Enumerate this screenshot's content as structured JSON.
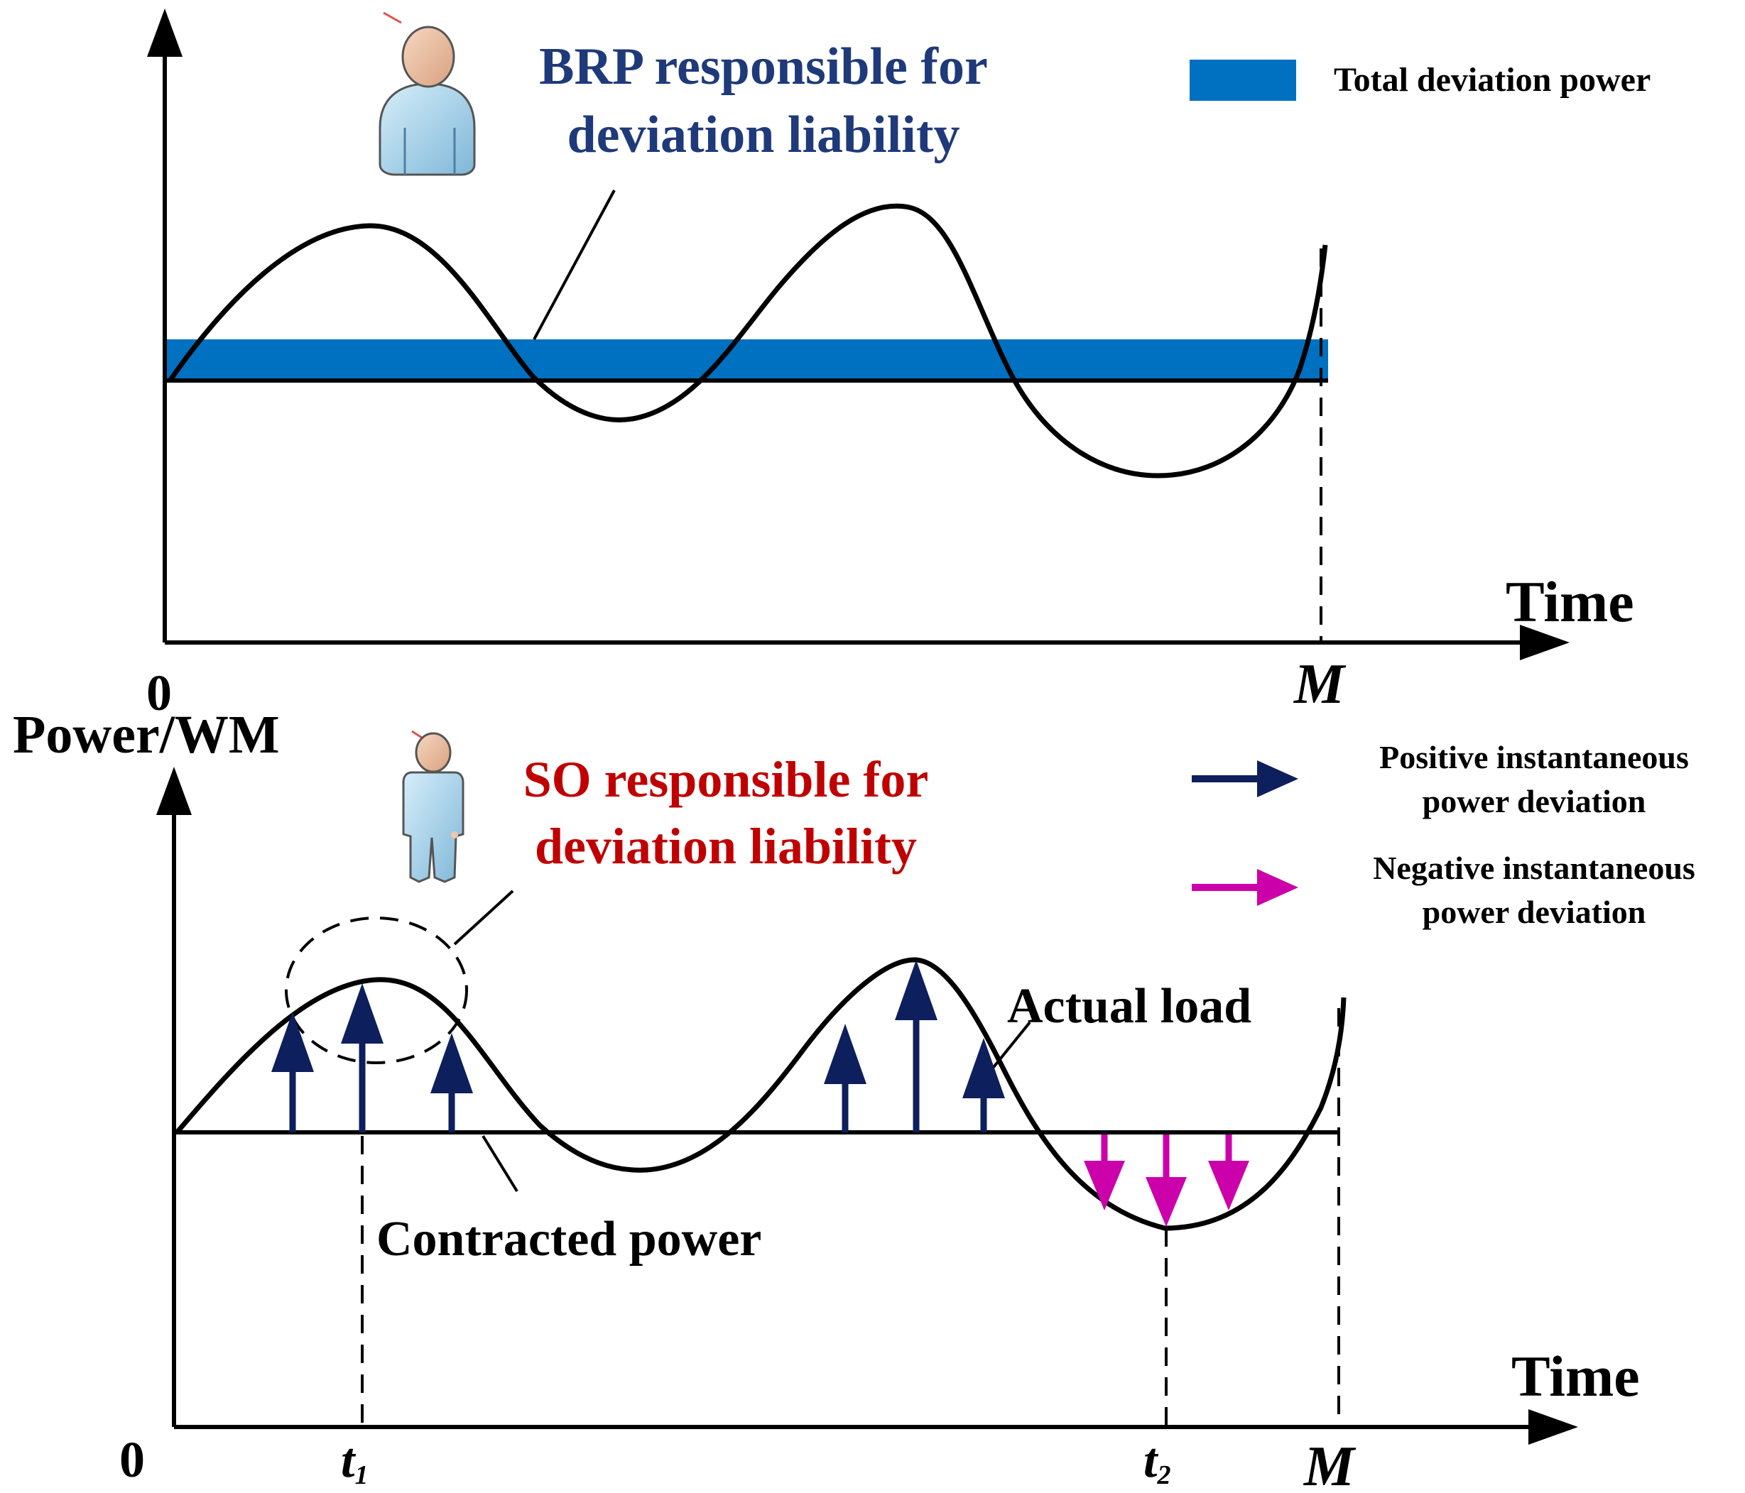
{
  "colors": {
    "deviation_band": "#0070C0",
    "positive_arrow": "#0D1F5C",
    "negative_arrow": "#CC00AA",
    "brp_text": "#1F3A7A",
    "so_text": "#C00000",
    "axis": "#000000"
  },
  "icons": {
    "brp": "person-bust-icon",
    "so": "person-standing-icon"
  },
  "top": {
    "title_line1": "BRP responsible for",
    "title_line2": "deviation liability",
    "legend_label": "Total deviation power",
    "x_label": "Time",
    "origin": "0",
    "end_tick": "M"
  },
  "bottom": {
    "y_label": "Power/WM",
    "title_line1": "SO responsible for",
    "title_line2": "deviation liability",
    "legend_positive_line1": "Positive instantaneous",
    "legend_positive_line2": "power deviation",
    "legend_negative_line1": "Negative instantaneous",
    "legend_negative_line2": "power deviation",
    "actual_load_label": "Actual load",
    "contracted_label": "Contracted power",
    "x_label": "Time",
    "origin": "0",
    "t1_base": "t",
    "t1_sub": "1",
    "t2_base": "t",
    "t2_sub": "2",
    "end_tick": "M"
  }
}
